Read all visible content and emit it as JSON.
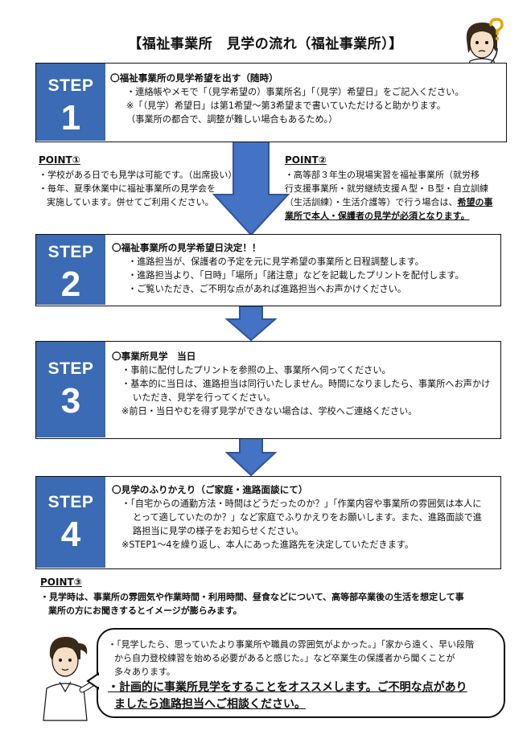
{
  "title": "【福祉事業所　見学の流れ（福祉事業所）】",
  "step_word": "STEP",
  "steps": [
    {
      "number": "1",
      "heading": "〇福祉事業所の見学希望を出す（随時）",
      "lines": [
        "・連絡帳やメモで「（見学希望の）事業所名」「（見学）希望日」をご記入ください。",
        "※「（見学）希望日」は第1希望～第3希望まで書いていただけると助かります。",
        "（事業所の都合で、調整が難しい場合もあるため。）"
      ]
    },
    {
      "number": "2",
      "heading": "〇福祉事業所の見学希望日決定！！",
      "lines": [
        "・進路担当が、保護者の予定を元に見学希望の事業所と日程調整します。",
        "・進路担当より、「日時」「場所」「諸注意」などを記載したプリントを配付します。",
        "・ご覧いただき、ご不明な点があれば進路担当へお声かけください。"
      ]
    },
    {
      "number": "3",
      "heading": "〇事業所見学　当日",
      "lines": [
        "・事前に配付したプリントを参照の上、事業所へ伺ってください。",
        "・基本的に当日は、進路担当は同行いたしません。時間になりましたら、事業所へお声かけ",
        "いただき、見学を行ってください。",
        "※前日・当日やむを得ず見学ができない場合は、学校へご連絡ください。"
      ]
    },
    {
      "number": "4",
      "heading": "〇見学のふりかえり（ご家庭・進路面談にて）",
      "lines": [
        "・「自宅からの通勤方法・時間はどうだったのか？」「作業内容や事業所の雰囲気は本人に",
        "とって適していたのか？」など家庭でふりかえりをお願いします。また、進路面談で進",
        "路担当に見学の様子をお知らせください。",
        "※STEP1～4を繰り返し、本人にあった進路先を決定していただきます。"
      ]
    }
  ],
  "point1": {
    "title": "POINT①",
    "lines": [
      "・学校がある日でも見学は可能です。（出席扱い）",
      "・毎年、夏季休業中に福祉事業所の見学会を",
      "実施しています。併せてご利用ください。"
    ]
  },
  "point2": {
    "title": "POINT②",
    "lines": [
      "・高等部３年生の現場実習を福祉事業所（就労移",
      "行支援事業所・就労継続支援Ａ型・Ｂ型・自立訓練",
      "（生活訓練）・生活介護等）で行う場合は、"
    ],
    "emph1": "希望の事",
    "emph2": "業所で本人・保護者の見学が必須となります。"
  },
  "point3": {
    "title": "POINT③",
    "lines": [
      "・見学時は、事業所の雰囲気や作業時間・利用時間、昼食などについて、高等部卒業後の生活を想定して事",
      "業所の方にお聞きするとイメージが膨らみます。"
    ]
  },
  "bubble": {
    "small_lines": [
      "・「見学したら、思っていたより事業所や職員の雰囲気がよかった。」「家から遠く、早い段階",
      "から自力登校練習を始める必要があると感じた。」など卒業生の保護者から聞くことが",
      "多々あります。"
    ],
    "big_lines": [
      "・計画的に事業所見学をすることをオススメします。ご不明な点があり",
      "ましたら進路担当へご相談ください。"
    ]
  },
  "colors": {
    "step_badge": "#3a6bb4",
    "arrow": "#4472c4",
    "arrow_stroke": "#2f5597"
  },
  "icons": [
    "thinking-person-icon",
    "question-mark-icon",
    "pointing-person-icon",
    "down-arrow-icon"
  ]
}
